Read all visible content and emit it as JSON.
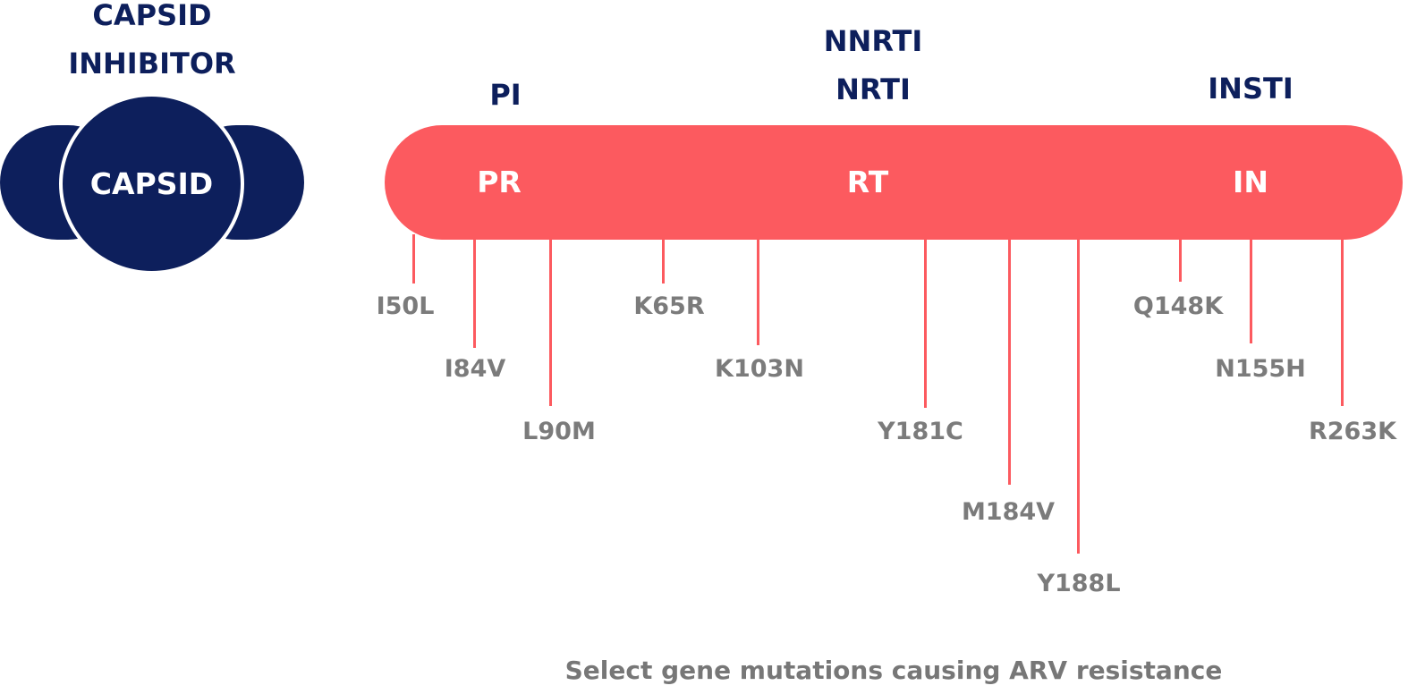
{
  "drug_classes": {
    "capsid_inhibitor": [
      "CAPSID",
      "INHIBITOR"
    ],
    "pi": "PI",
    "rt": [
      "NNRTI",
      "NRTI"
    ],
    "insti": "INSTI"
  },
  "capsid": {
    "label": "CAPSID"
  },
  "genome": {
    "regions": {
      "pr": "PR",
      "rt": "RT",
      "in": "IN"
    }
  },
  "mutations": [
    "I50L",
    "I84V",
    "L90M",
    "K65R",
    "K103N",
    "Y181C",
    "M184V",
    "Y188L",
    "Q148K",
    "N155H",
    "R263K"
  ],
  "caption": "Select gene mutations causing ARV resistance",
  "colors": {
    "navy": "#0d1f5c",
    "coral": "#fc5a5f",
    "gray_text": "#7b7b7b"
  }
}
